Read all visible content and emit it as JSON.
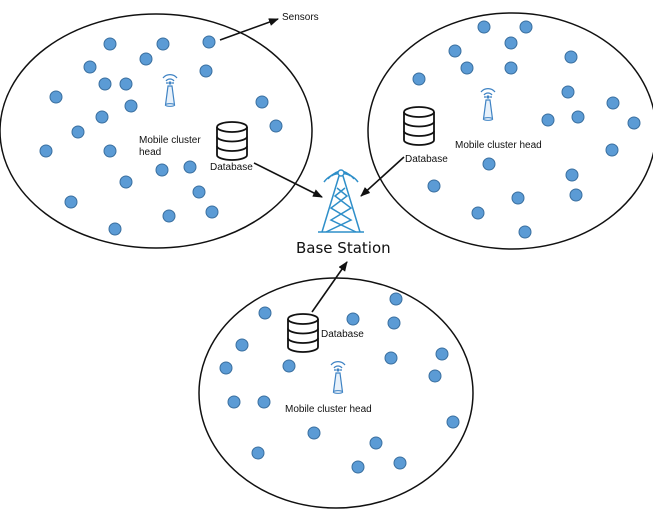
{
  "labels": {
    "sensors": "Sensors",
    "base_station": "Base Station",
    "database": "Database",
    "mobile_cluster_head": "Mobile cluster head",
    "mobile_cluster_head_line1": "Mobile cluster",
    "mobile_cluster_head_line2": "head"
  },
  "colors": {
    "sensor_fill": "#5b9bd5",
    "antenna": "#3f83c4",
    "tower": "#2f8fc9",
    "outline": "#111111"
  },
  "icons": {
    "sensor": "sensor-node-circle",
    "database": "database-icon",
    "antenna": "antenna-icon",
    "base_station": "base-station-tower-icon"
  }
}
